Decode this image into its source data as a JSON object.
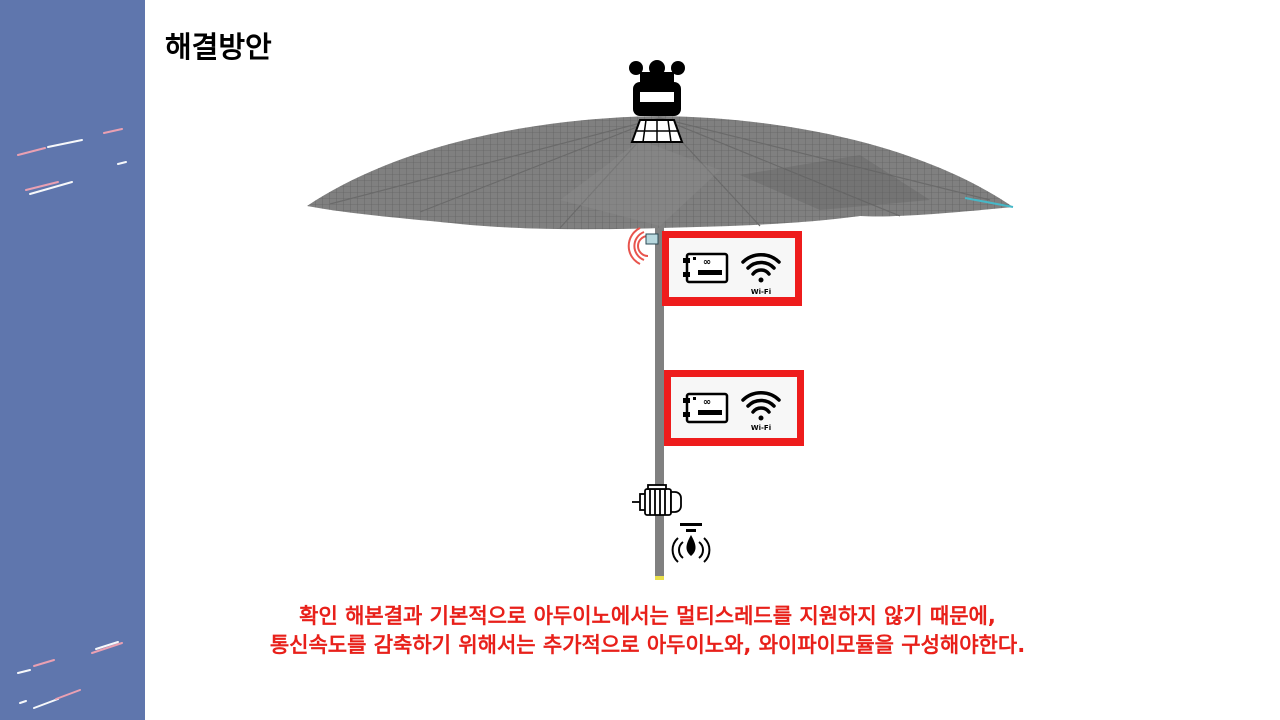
{
  "slide": {
    "title": "해결방안",
    "caption_line1": "확인 해본결과 기본적으로 아두이노에서는 멀티스레드를 지원하지 않기 때문에,",
    "caption_line2": "통신속도를 감축하기 위해서는 추가적으로 아두이노와, 와이파이모듈을 구성해야한다."
  },
  "modules": [
    {
      "board_icon": "arduino-board-icon",
      "wifi_icon": "wifi-icon",
      "wifi_label": "Wi-Fi"
    },
    {
      "board_icon": "arduino-board-icon",
      "wifi_icon": "wifi-icon",
      "wifi_label": "Wi-Fi"
    }
  ],
  "icons": {
    "top": "weather-station-icon",
    "side": "signal-wave-icon",
    "motor": "motor-icon",
    "sensor": "water-sensor-icon"
  },
  "colors": {
    "sidebar": "#5f76ad",
    "highlight_border": "#ee1c1c",
    "caption": "#e8201a",
    "canopy": "#7f7f7f",
    "pole": "#808080"
  }
}
